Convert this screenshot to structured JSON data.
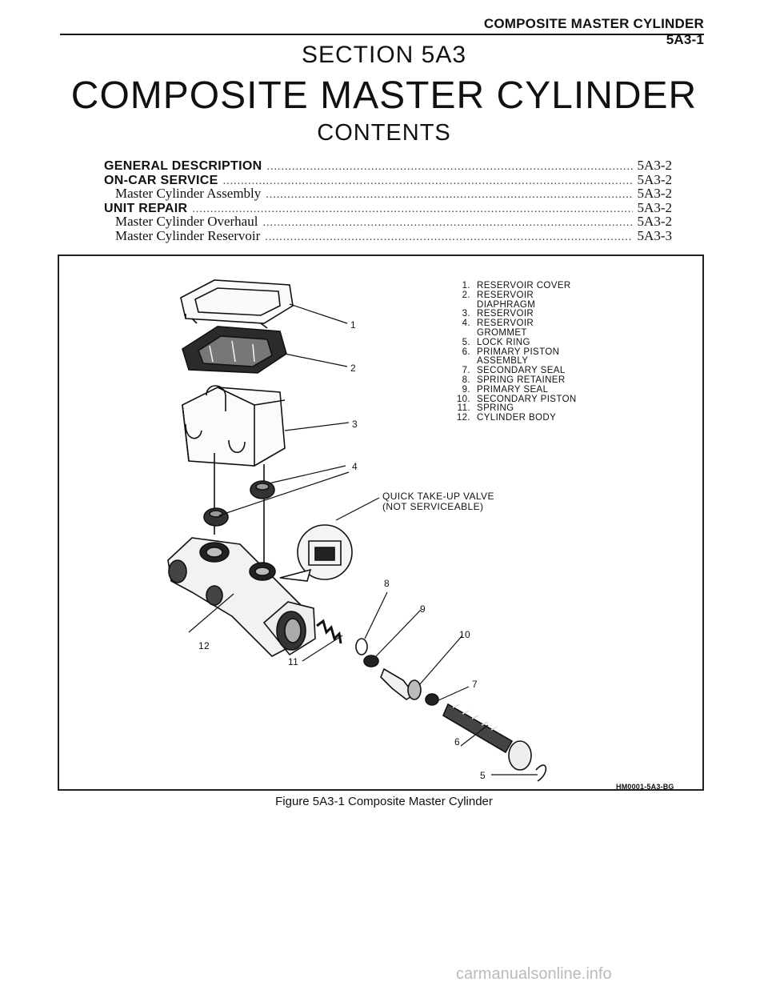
{
  "header": {
    "running_title": "COMPOSITE MASTER CYLINDER 5A3-1"
  },
  "section": "SECTION 5A3",
  "title": "COMPOSITE MASTER CYLINDER",
  "contents_heading": "CONTENTS",
  "toc": [
    {
      "label": "GENERAL DESCRIPTION",
      "page": "5A3-2",
      "level": "major"
    },
    {
      "label": "ON-CAR SERVICE",
      "page": "5A3-2",
      "level": "major"
    },
    {
      "label": "Master Cylinder Assembly",
      "page": "5A3-2",
      "level": "minor"
    },
    {
      "label": "UNIT REPAIR",
      "page": "5A3-2",
      "level": "major"
    },
    {
      "label": "Master Cylinder Overhaul",
      "page": "5A3-2",
      "level": "minor"
    },
    {
      "label": "Master Cylinder Reservoir",
      "page": "5A3-3",
      "level": "minor"
    }
  ],
  "figure": {
    "legend": [
      {
        "num": "1.",
        "text": "RESERVOIR COVER"
      },
      {
        "num": "2.",
        "text": "RESERVOIR"
      },
      {
        "num": "",
        "text": "DIAPHRAGM"
      },
      {
        "num": "3.",
        "text": "RESERVOIR"
      },
      {
        "num": "4.",
        "text": "RESERVOIR"
      },
      {
        "num": "",
        "text": "GROMMET"
      },
      {
        "num": "5.",
        "text": "LOCK RING"
      },
      {
        "num": "6.",
        "text": "PRIMARY PISTON"
      },
      {
        "num": "",
        "text": "ASSEMBLY"
      },
      {
        "num": "7.",
        "text": "SECONDARY SEAL"
      },
      {
        "num": "8.",
        "text": "SPRING RETAINER"
      },
      {
        "num": "9.",
        "text": "PRIMARY SEAL"
      },
      {
        "num": "10.",
        "text": "SECONDARY PISTON"
      },
      {
        "num": "11.",
        "text": "SPRING"
      },
      {
        "num": "12.",
        "text": "CYLINDER BODY"
      }
    ],
    "quick_take_up_line1": "QUICK TAKE-UP VALVE",
    "quick_take_up_line2": "(NOT SERVICEABLE)",
    "callouts": {
      "c1": "1",
      "c2": "2",
      "c3": "3",
      "c4": "4",
      "c5": "5",
      "c6": "6",
      "c7": "7",
      "c8": "8",
      "c9": "9",
      "c10": "10",
      "c11": "11",
      "c12": "12"
    },
    "code": "HM0001-5A3-BG",
    "caption": "Figure 5A3-1 Composite Master Cylinder"
  },
  "watermark": "carmanualsonline.info"
}
